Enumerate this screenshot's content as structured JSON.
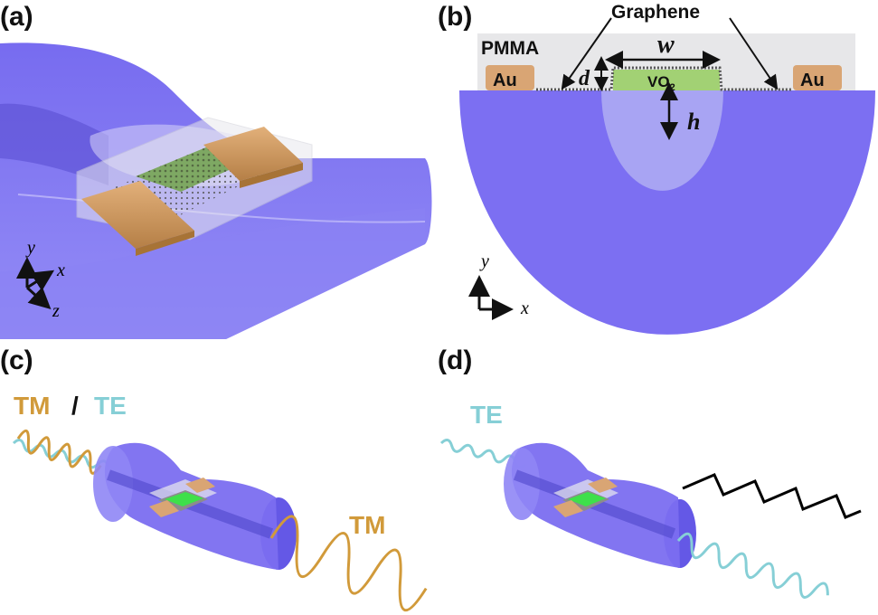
{
  "panels": {
    "a": {
      "label": "(a)",
      "axis_y": "y",
      "axis_x": "x",
      "axis_z": "z"
    },
    "b": {
      "label": "(b)",
      "graphene": "Graphene",
      "pmma": "PMMA",
      "au_left": "Au",
      "au_right": "Au",
      "vo2": "VO",
      "vo2_sub": "2",
      "w": "w",
      "d": "d",
      "h": "h",
      "axis_y": "y",
      "axis_x": "x"
    },
    "c": {
      "label": "(c)",
      "input_tm": "TM",
      "slash": "/",
      "input_te": "TE",
      "output": "TM"
    },
    "d": {
      "label": "(d)",
      "input": "TE"
    }
  },
  "colors": {
    "fiber": "#7b6ef0",
    "fiber_dark": "#5b4fd6",
    "core": "#a9a6f3",
    "gold": "#c9955c",
    "vo2": "#9fd071",
    "tm_wave": "#d19a3a",
    "te_wave": "#86cfd6",
    "square_wave": "#000000"
  }
}
